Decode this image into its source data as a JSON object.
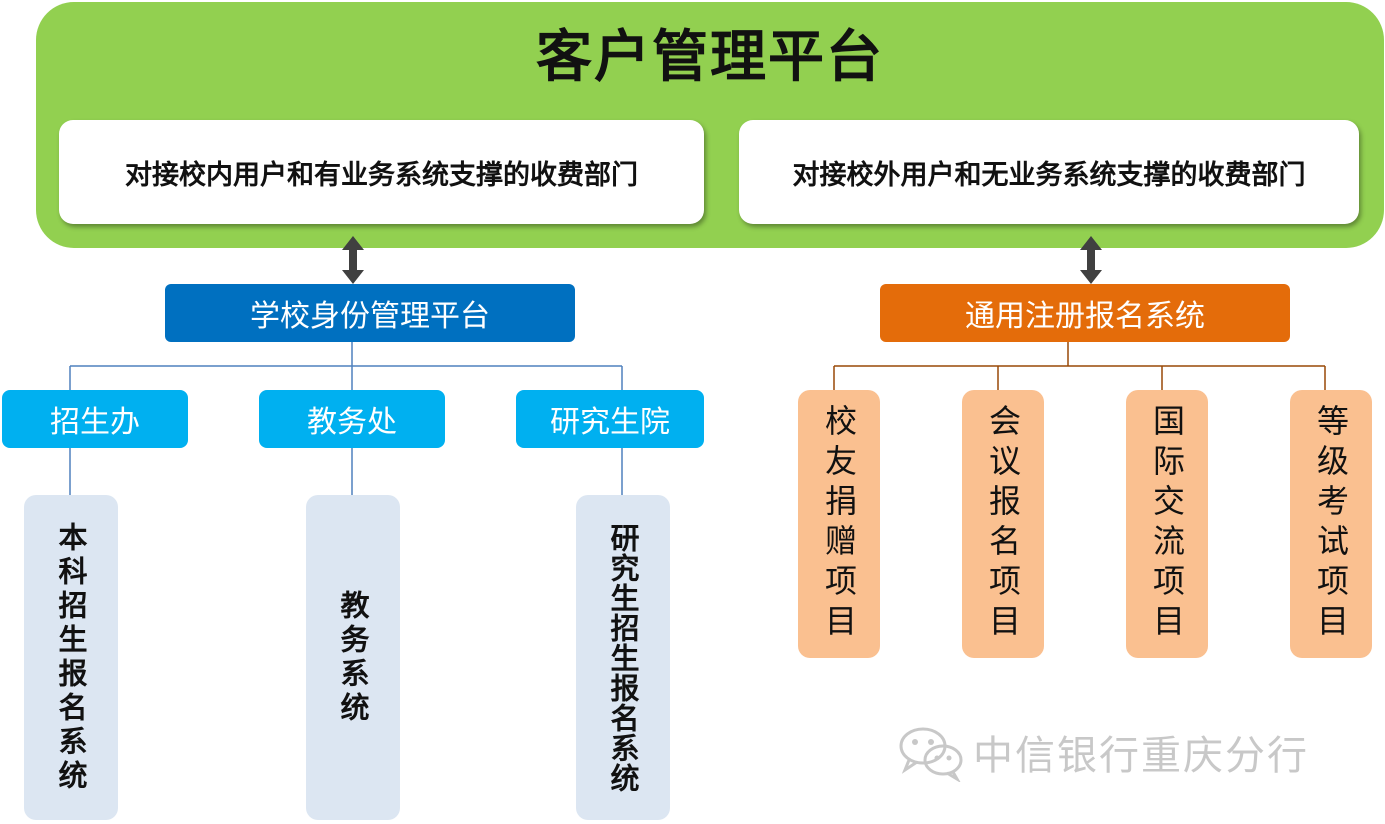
{
  "platform": {
    "title": "客户管理平台",
    "departments": [
      "对接校内用户和有业务系统支撑的收费部门",
      "对接校外用户和无业务系统支撑的收费部门"
    ]
  },
  "left": {
    "hub": "学校身份管理平台",
    "offices": [
      {
        "label": "招生办",
        "system": "本科招生报名系统"
      },
      {
        "label": "教务处",
        "system": "教务系统"
      },
      {
        "label": "研究生院",
        "system": "研究生招生报名系统"
      }
    ]
  },
  "right": {
    "hub": "通用注册报名系统",
    "projects": [
      "校友捐赠项目",
      "会议报名项目",
      "国际交流项目",
      "等级考试项目"
    ]
  },
  "watermark": "中信银行重庆分行",
  "colors": {
    "platform": "#92d050",
    "left_hub": "#0070c0",
    "right_hub": "#e46c0a",
    "office": "#00b0f0",
    "system_box": "#dce6f2",
    "project_box": "#fac090"
  },
  "icons": [
    "double-arrow-icon",
    "wechat-icon"
  ]
}
